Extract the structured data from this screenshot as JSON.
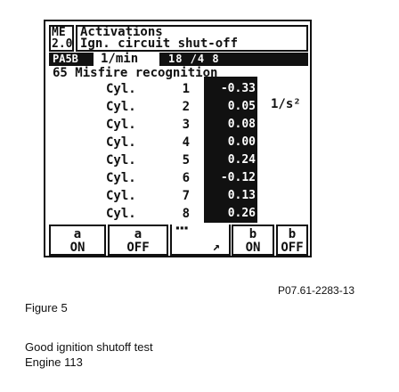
{
  "header": {
    "system_line1": "ME",
    "system_line2": "2.0",
    "title_line1": "Activations",
    "title_line2": "Ign. circuit shut-off"
  },
  "status_bar": {
    "left": "PA5B",
    "selected": "1/min",
    "right": "18    /4  8"
  },
  "section": {
    "code": "65",
    "label": "Misfire recognition"
  },
  "unit": "1/s²",
  "cylinders": [
    {
      "label": "Cyl.",
      "number": "1",
      "value": "-0.33"
    },
    {
      "label": "Cyl.",
      "number": "2",
      "value": "0.05"
    },
    {
      "label": "Cyl.",
      "number": "3",
      "value": "0.08"
    },
    {
      "label": "Cyl.",
      "number": "4",
      "value": "0.00"
    },
    {
      "label": "Cyl.",
      "number": "5",
      "value": "0.24"
    },
    {
      "label": "Cyl.",
      "number": "6",
      "value": "-0.12"
    },
    {
      "label": "Cyl.",
      "number": "7",
      "value": "0.13"
    },
    {
      "label": "Cyl.",
      "number": "8",
      "value": "0.26"
    }
  ],
  "softkeys": [
    {
      "top": "a",
      "bottom": "ON"
    },
    {
      "top": "a",
      "bottom": "OFF"
    },
    {
      "top": "",
      "bottom": "",
      "glyph": "↗"
    },
    {
      "top": "b",
      "bottom": "ON"
    },
    {
      "top": "b",
      "bottom": "OFF"
    }
  ],
  "figure_ref": "P07.61-2283-13",
  "figure_label": "Figure 5",
  "caption_line1": "Good ignition shutoff test",
  "caption_line2": "Engine 113"
}
